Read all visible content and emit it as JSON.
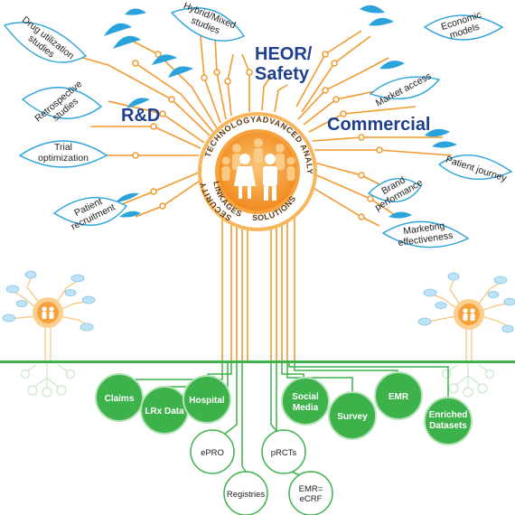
{
  "groups": {
    "rd": "R&D",
    "heor_1": "HEOR/",
    "heor_2": "Safety",
    "commercial": "Commercial"
  },
  "ring": {
    "technology": "TECHNOLOGY",
    "advanced_analytics": "ADVANCED ANALYTICS",
    "solutions": "SOLUTIONS",
    "linkages": "LINKAGES",
    "security": "SECURITY"
  },
  "leaves": {
    "drug_utilization": [
      "Drug utilization",
      "studies"
    ],
    "hybrid_mixed": [
      "Hybrid/Mixed",
      "studies"
    ],
    "retrospective": [
      "Retrospective",
      "studies"
    ],
    "trial_optimization": [
      "Trial",
      "optimization"
    ],
    "patient_recruitment": [
      "Patient",
      "recruitment"
    ],
    "economic_models": [
      "Economic",
      "models"
    ],
    "market_access": [
      "Market access"
    ],
    "patient_journey": [
      "Patient journey"
    ],
    "brand_performance": [
      "Brand",
      "performance"
    ],
    "marketing_effectiveness": [
      "Marketing",
      "effectiveness"
    ]
  },
  "roots": {
    "claims": [
      "Claims"
    ],
    "lrx_data": [
      "LRx Data"
    ],
    "hospital": [
      "Hospital"
    ],
    "social_media": [
      "Social",
      "Media"
    ],
    "survey": [
      "Survey"
    ],
    "emr": [
      "EMR"
    ],
    "enriched_datasets": [
      "Enriched",
      "Datasets"
    ]
  },
  "sub_roots": {
    "epro": [
      "ePRO"
    ],
    "registries": [
      "Registries"
    ],
    "prcts": [
      "pRCTs"
    ],
    "emr_ecrf": [
      "EMR=",
      "eCRF"
    ]
  },
  "colors": {
    "orange": "#f29a2e",
    "orange_light": "#f7c27c",
    "blue_leaf": "#2aa3dc",
    "green": "#3db24a",
    "group_blue": "#1f3f8f"
  }
}
